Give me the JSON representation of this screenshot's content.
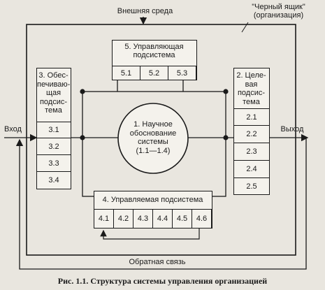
{
  "labels": {
    "external_environment": "Внешняя  среда",
    "black_box": "\"Черный ящик\"\n(организация)",
    "input": "Вход",
    "output": "Выход",
    "feedback_left": "Обратная",
    "feedback_right": "связь"
  },
  "subsystem_5": {
    "title": "5. Управляющая\nподсистема",
    "cells": [
      "5.1",
      "5.2",
      "5.3"
    ]
  },
  "subsystem_3": {
    "title": "3. Обес-\nпечиваю-\nщая\nподсис-\nтема",
    "cells": [
      "3.1",
      "3.2",
      "3.3",
      "3.4"
    ]
  },
  "subsystem_2": {
    "title": "2. Целе-\nвая\nподсис-\nтема",
    "cells": [
      "2.1",
      "2.2",
      "2.3",
      "2.4",
      "2.5"
    ]
  },
  "subsystem_4": {
    "title": "4. Управляемая подсистема",
    "cells": [
      "4.1",
      "4.2",
      "4.3",
      "4.4",
      "4.5",
      "4.6"
    ]
  },
  "subsystem_1": {
    "title": "1. Научное\nобоснование\nсистемы\n(1.1—1.4)"
  },
  "caption": "Рис. 1.1. Структура системы управления организацией"
}
